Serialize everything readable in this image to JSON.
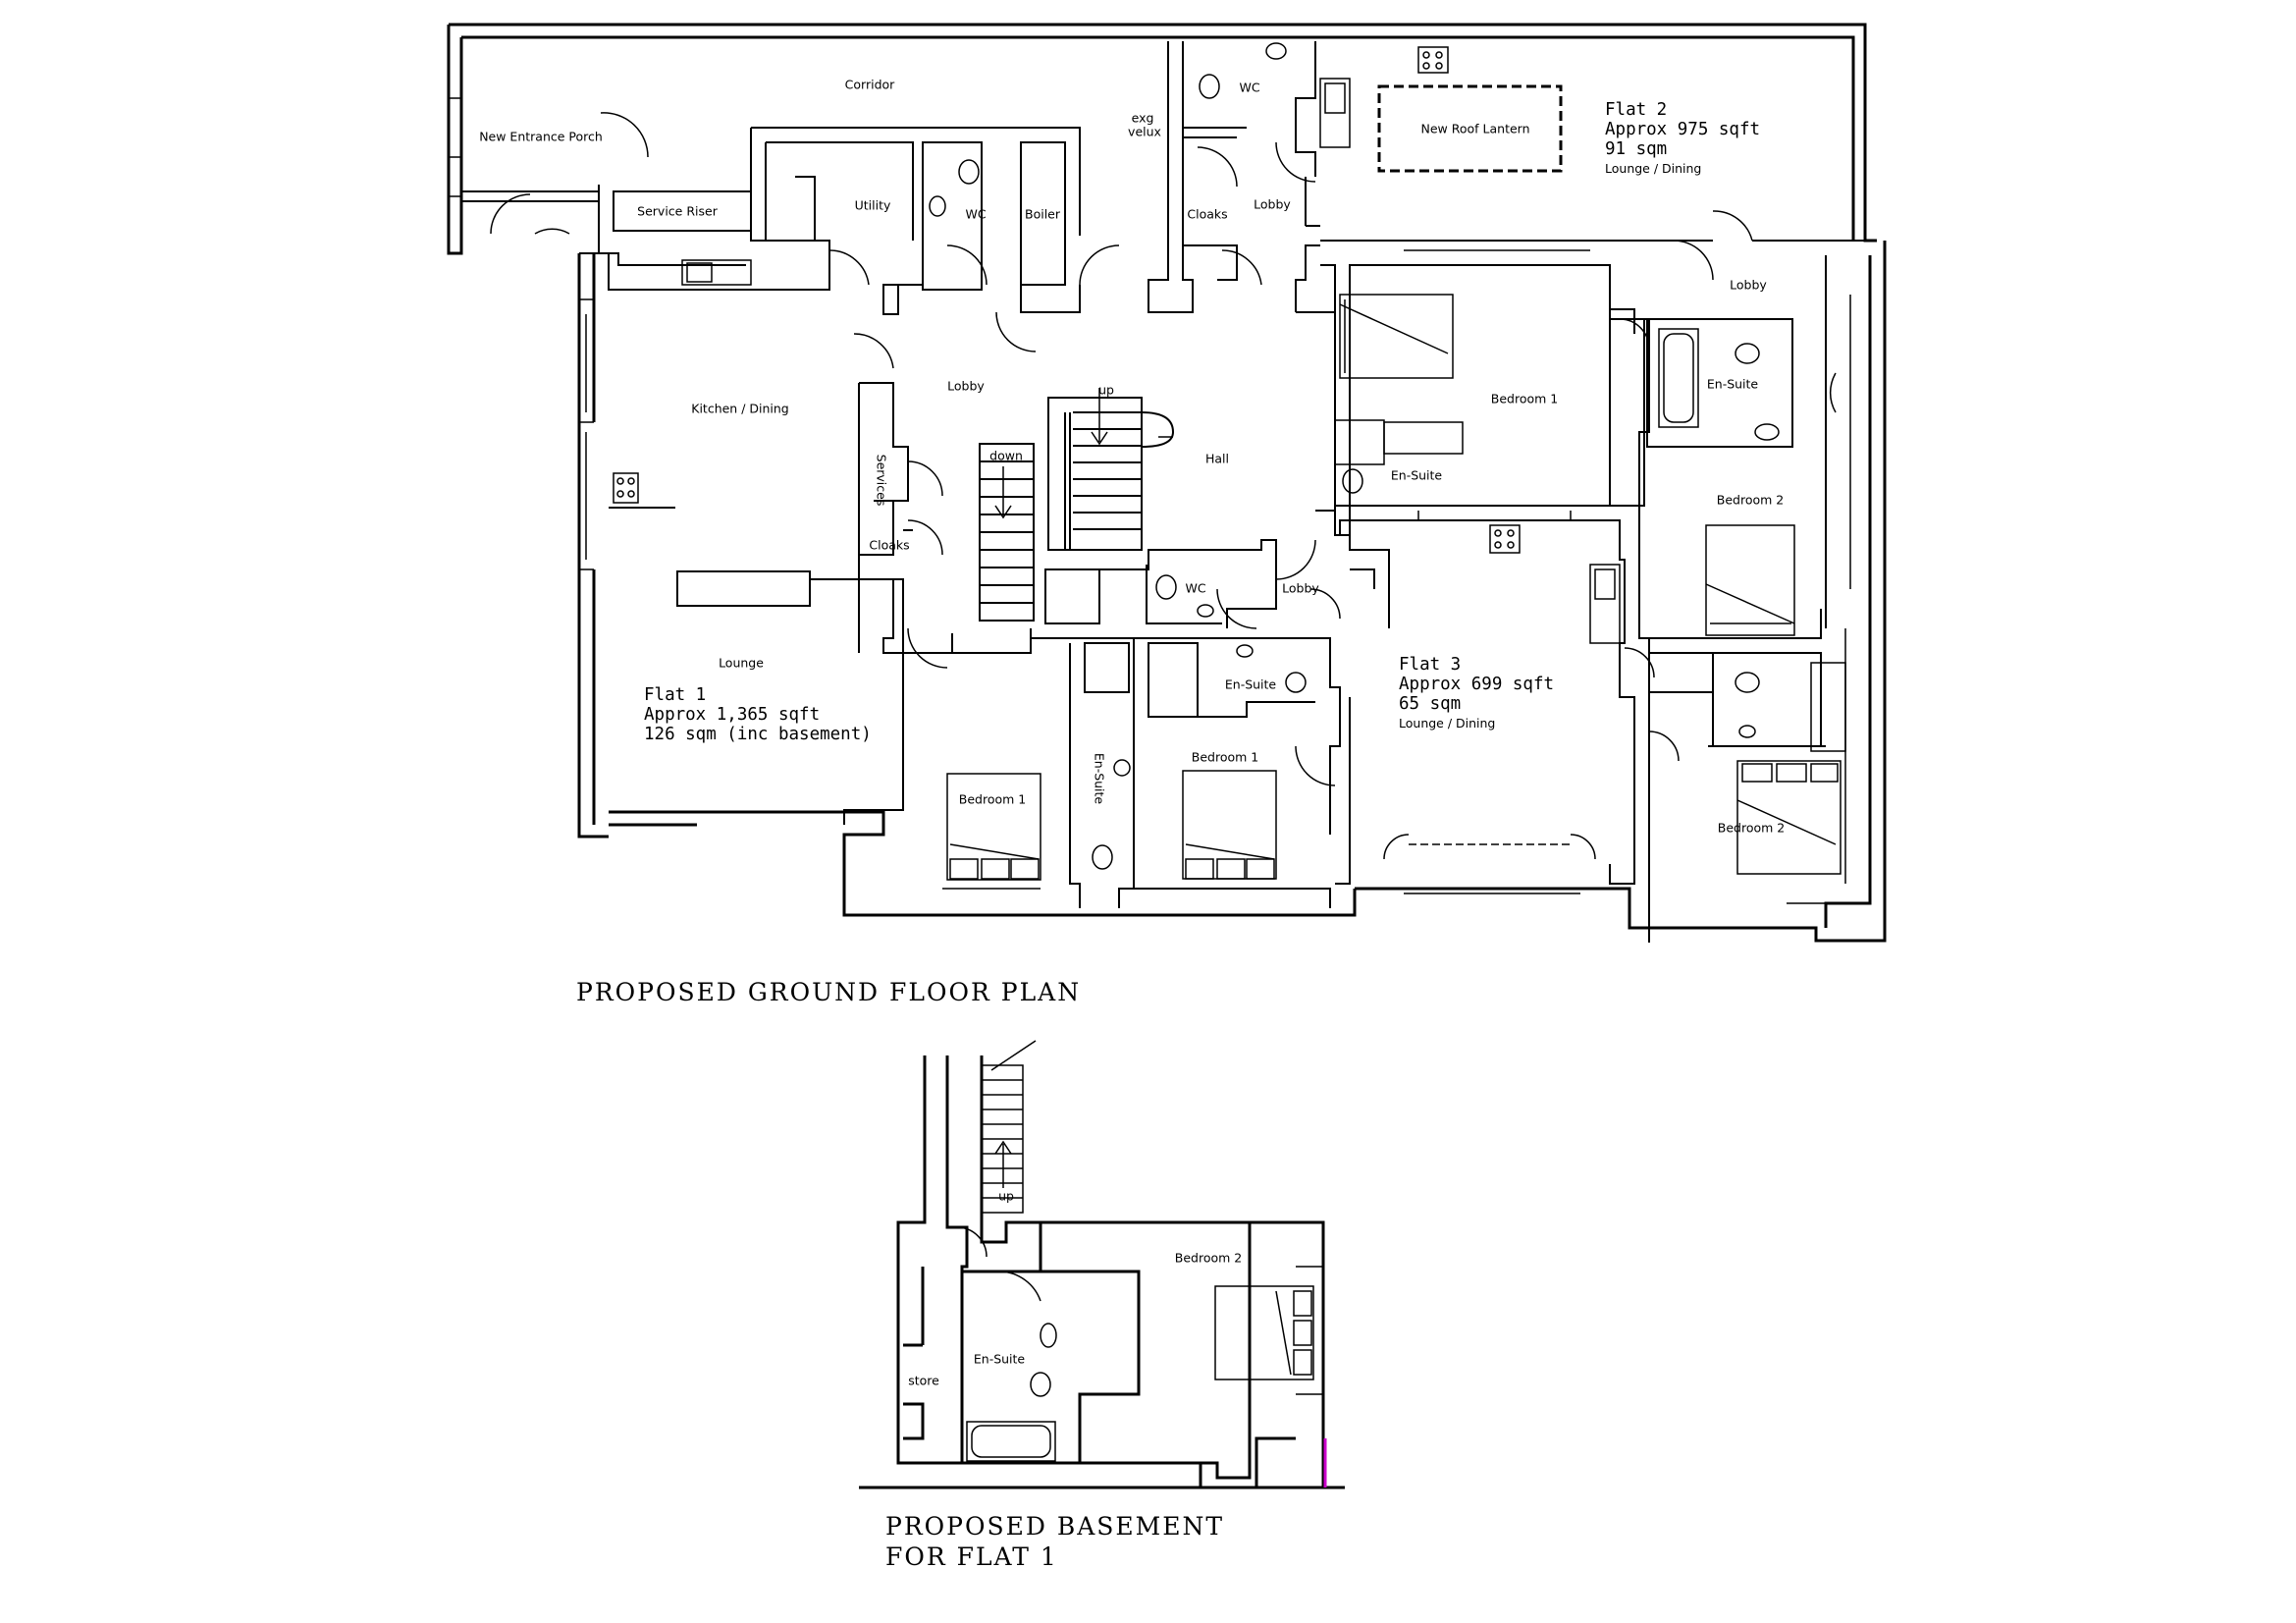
{
  "drawing": {
    "line_color": "#000000",
    "background": "#ffffff",
    "accent_color": "#cc00cc"
  },
  "ground_floor": {
    "title": "PROPOSED GROUND FLOOR PLAN",
    "rooms": {
      "new_entrance_porch": "New Entrance Porch",
      "corridor": "Corridor",
      "service_riser": "Service Riser",
      "utility": "Utility",
      "wc_utility": "WC",
      "boiler": "Boiler",
      "exg_velux_1": "exg",
      "exg_velux_2": "velux",
      "wc_top": "WC",
      "cloaks_top": "Cloaks",
      "lobby_top": "Lobby",
      "new_roof_lantern": "New Roof Lantern",
      "kitchen_dining": "Kitchen / Dining",
      "lobby_center": "Lobby",
      "hall": "Hall",
      "stair_up": "up",
      "stair_down": "down",
      "services": "Services",
      "cloaks_left": "Cloaks",
      "wc_center": "WC",
      "lobby_center_right": "Lobby",
      "lounge": "Lounge",
      "bedroom1_flat1": "Bedroom 1",
      "ensuite_flat1": "En-Suite",
      "ensuite_mid": "En-Suite",
      "bedroom1_mid": "Bedroom 1",
      "bedroom1_flat2": "Bedroom 1",
      "ensuite_flat2_b1": "En-Suite",
      "lobby_right": "Lobby",
      "ensuite_right": "En-Suite",
      "bedroom2_upper": "Bedroom 2",
      "bedroom2_lower": "Bedroom 2"
    },
    "flats": [
      {
        "name": "Flat 1",
        "area_sqft": "Approx 1,365 sqft",
        "area_sqm": "126 sqm (inc basement)",
        "use": ""
      },
      {
        "name": "Flat 2",
        "area_sqft": "Approx 975 sqft",
        "area_sqm": "91 sqm",
        "use": "Lounge / Dining"
      },
      {
        "name": "Flat 3",
        "area_sqft": "Approx 699 sqft",
        "area_sqm": "65 sqm",
        "use": "Lounge / Dining"
      }
    ]
  },
  "basement": {
    "title_line1": "PROPOSED BASEMENT",
    "title_line2": "FOR FLAT 1",
    "rooms": {
      "bedroom2": "Bedroom 2",
      "ensuite": "En-Suite",
      "store": "store",
      "stair_up": "up"
    }
  }
}
